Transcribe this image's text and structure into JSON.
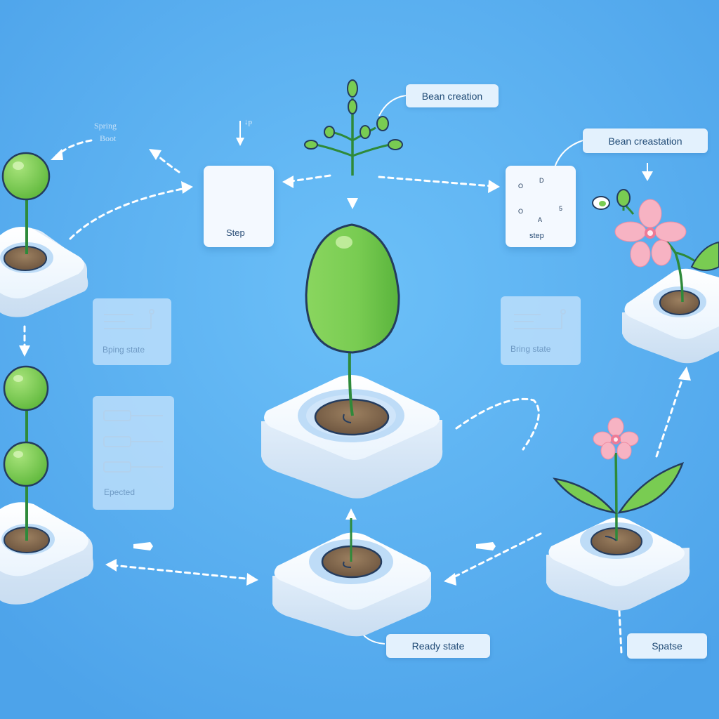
{
  "labels": {
    "bean_top": "Bean creation",
    "bean_right": "Bean creastation",
    "ready_state": "Ready state",
    "spatse": "Spatse",
    "spring_boot_line1": "Spring",
    "spring_boot_line2": "Boot",
    "arrow_mark": "↓p"
  },
  "cards": {
    "step_left": "Step",
    "step_right": "step",
    "step_right_letters": [
      "O",
      "D",
      "O",
      "5",
      "A"
    ]
  },
  "ghost_cards": {
    "spring_state_left": "Bping state",
    "spring_state_right": "Bring state",
    "expected": "Epected"
  },
  "colors": {
    "background": "#5cb0f2",
    "leaf": "#79cc52",
    "stem": "#2e8a3a",
    "platform": "#f4f9ff",
    "soil": "#8a7050",
    "flower": "#f7b3c3"
  }
}
